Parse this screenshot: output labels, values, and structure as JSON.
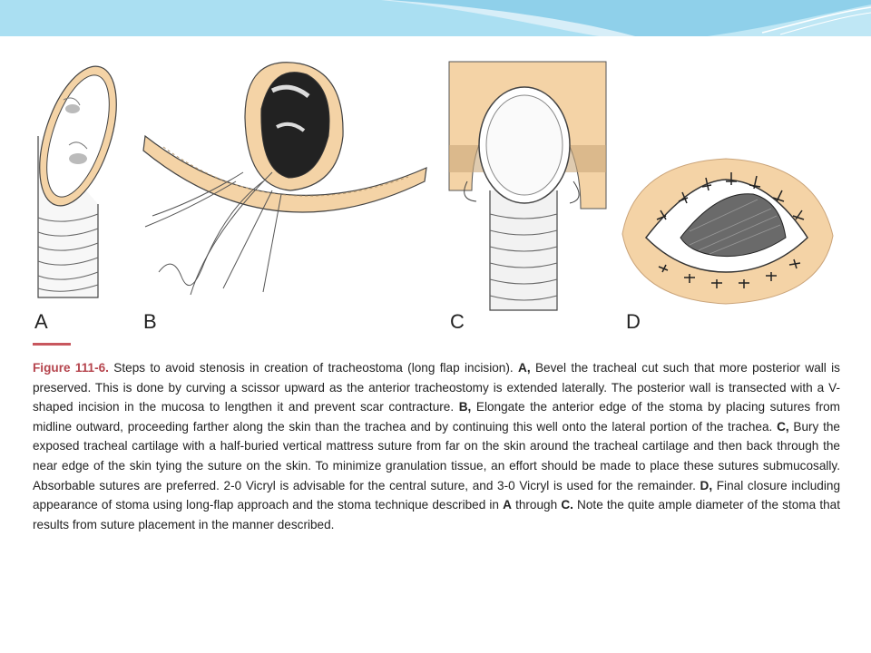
{
  "panels": [
    "A",
    "B",
    "C",
    "D"
  ],
  "caption": {
    "figure_label": "Figure 111-6.",
    "p1": " Steps to avoid stenosis in creation of tracheostoma (long flap incision). ",
    "a": "A,",
    "p2": " Bevel the tracheal cut such that more posterior wall is preserved. This is done by curving a scissor upward as the anterior tracheostomy is extended laterally. The posterior wall is transected with a V-shaped incision in the mucosa to lengthen it and prevent scar contracture. ",
    "b": "B,",
    "p3": " Elongate the anterior edge of the stoma by placing sutures from midline outward, proceeding farther along the skin than the trachea and by continuing this well onto the lateral portion of the trachea. ",
    "c": "C,",
    "p4": " Bury the exposed tracheal cartilage with a half-buried vertical mattress suture from far on the skin around the tracheal cartilage and then back through the near edge of the skin tying the suture on the skin. To minimize granulation tissue, an effort should be made to place these sutures submucosally. Absorbable sutures are preferred. 2-0 Vicryl is advisable for the central suture, and 3-0 Vicryl is used for the remainder. ",
    "d": "D,",
    "p5": " Final closure including appearance of stoma using long-flap approach and the stoma technique described in ",
    "a2": "A",
    "p6": " through ",
    "c2": "C.",
    "p7": " Note the quite ample diameter of the stoma that results from suture placement in the manner described."
  },
  "colors": {
    "banner_light": "#d7eef8",
    "banner_dark": "#8fd0ea",
    "skin": "#f4d3a6",
    "rule": "#c8575e",
    "figure_label": "#b5444d"
  }
}
